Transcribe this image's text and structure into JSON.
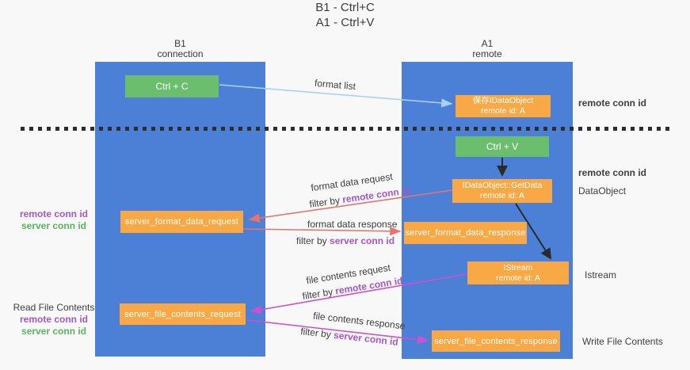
{
  "title": {
    "line1": "B1 - Ctrl+C",
    "line2": "A1 - Ctrl+V"
  },
  "lanes": {
    "left": {
      "name": "B1",
      "role": "connection"
    },
    "right": {
      "name": "A1",
      "role": "remote"
    }
  },
  "nodes": {
    "ctrl_c": "Ctrl + C",
    "ctrl_v": "Ctrl + V",
    "save_dataobject_line1": "保存IDataObject",
    "save_dataobject_line2": "remote id: A",
    "getdata_line1": "IDataObject::GetData",
    "getdata_line2": "remote id: A",
    "istream_line1": "IStream",
    "istream_line2": "remote id: A",
    "server_format_data_request": "server_format_data_request",
    "server_format_data_response": "server_format_data_response",
    "server_file_contents_request": "server_file_contents_request",
    "server_file_contents_response": "server_file_contents_response"
  },
  "edge_labels": {
    "format_list": "format list",
    "format_data_request": "format data request",
    "format_data_response": "format data response",
    "file_contents_request": "file contents request",
    "file_contents_response": "file contents response",
    "filter_by": "filter by ",
    "remote_conn_id": "remote conn id",
    "server_conn_id": "server conn id"
  },
  "side_labels": {
    "remote_conn_id": "remote conn id",
    "server_conn_id": "server conn id",
    "dataobject": "DataObject",
    "istream": "Istream",
    "read_file_contents": "Read File Contents",
    "write_file_contents": "Write File Contents"
  },
  "colors": {
    "background": "#f8f8f8",
    "lane_blue": "#4b80d6",
    "box_orange": "#f8a844",
    "box_green": "#6abe6d",
    "arrow_red": "#e7736d",
    "arrow_magenta": "#ce4fcf",
    "arrow_lightblue": "#a7d1f0",
    "arrow_black": "#2a2a2a",
    "text_purple": "#a757c5",
    "text_green": "#58b55e",
    "text_dark": "#3e3e3e"
  }
}
